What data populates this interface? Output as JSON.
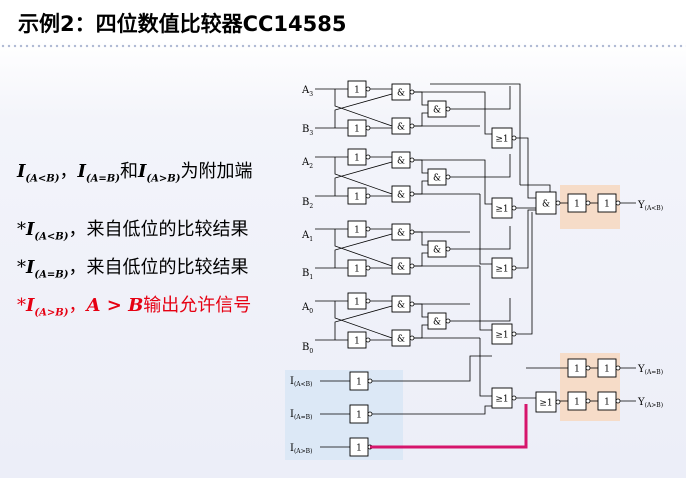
{
  "title": "示例2：四位数值比较器CC14585",
  "bullets": {
    "line1": {
      "i_lt": "I",
      "i_lt_sub": "(A<B)",
      "sep1": "，",
      "i_eq": "I",
      "i_eq_sub": "(A=B)",
      "and": "和",
      "i_gt": "I",
      "i_gt_sub": "(A>B)",
      "rest": "为附加端"
    },
    "line2": {
      "star": "*",
      "i": "I",
      "sub": "(A<B)",
      "rest": "，来自低位的比较结果"
    },
    "line3": {
      "star": "*",
      "i": "I",
      "sub": "(A=B)",
      "rest": "，来自低位的比较结果"
    },
    "line4": {
      "star": "*",
      "i": "I",
      "sub": "(A>B)",
      "rest1": "，",
      "a_gt_b": "A > B",
      "rest2": "输出允许信号"
    }
  },
  "circuit": {
    "inputs": {
      "a3": "A",
      "a3_sub": "3",
      "b3": "B",
      "b3_sub": "3",
      "a2": "A",
      "a2_sub": "2",
      "b2": "B",
      "b2_sub": "2",
      "a1": "A",
      "a1_sub": "1",
      "b1": "B",
      "b1_sub": "1",
      "a0": "A",
      "a0_sub": "0",
      "b0": "B",
      "b0_sub": "0",
      "i_lt": "I",
      "i_lt_sub": "(A<B)",
      "i_eq": "I",
      "i_eq_sub": "(A=B)",
      "i_gt": "I",
      "i_gt_sub": "(A>B)"
    },
    "outputs": {
      "y_lt": "Y",
      "y_lt_sub": "(A<B)",
      "y_eq": "Y",
      "y_eq_sub": "(A=B)",
      "y_gt": "Y",
      "y_gt_sub": "(A>B)"
    },
    "gate_labels": {
      "not": "1",
      "and": "&",
      "or": "≥1"
    },
    "colors": {
      "highlight_blue": "#dce8f6",
      "highlight_orange": "#f6dcc8",
      "enable_wire": "#d6156c",
      "wire": "#000000"
    }
  }
}
